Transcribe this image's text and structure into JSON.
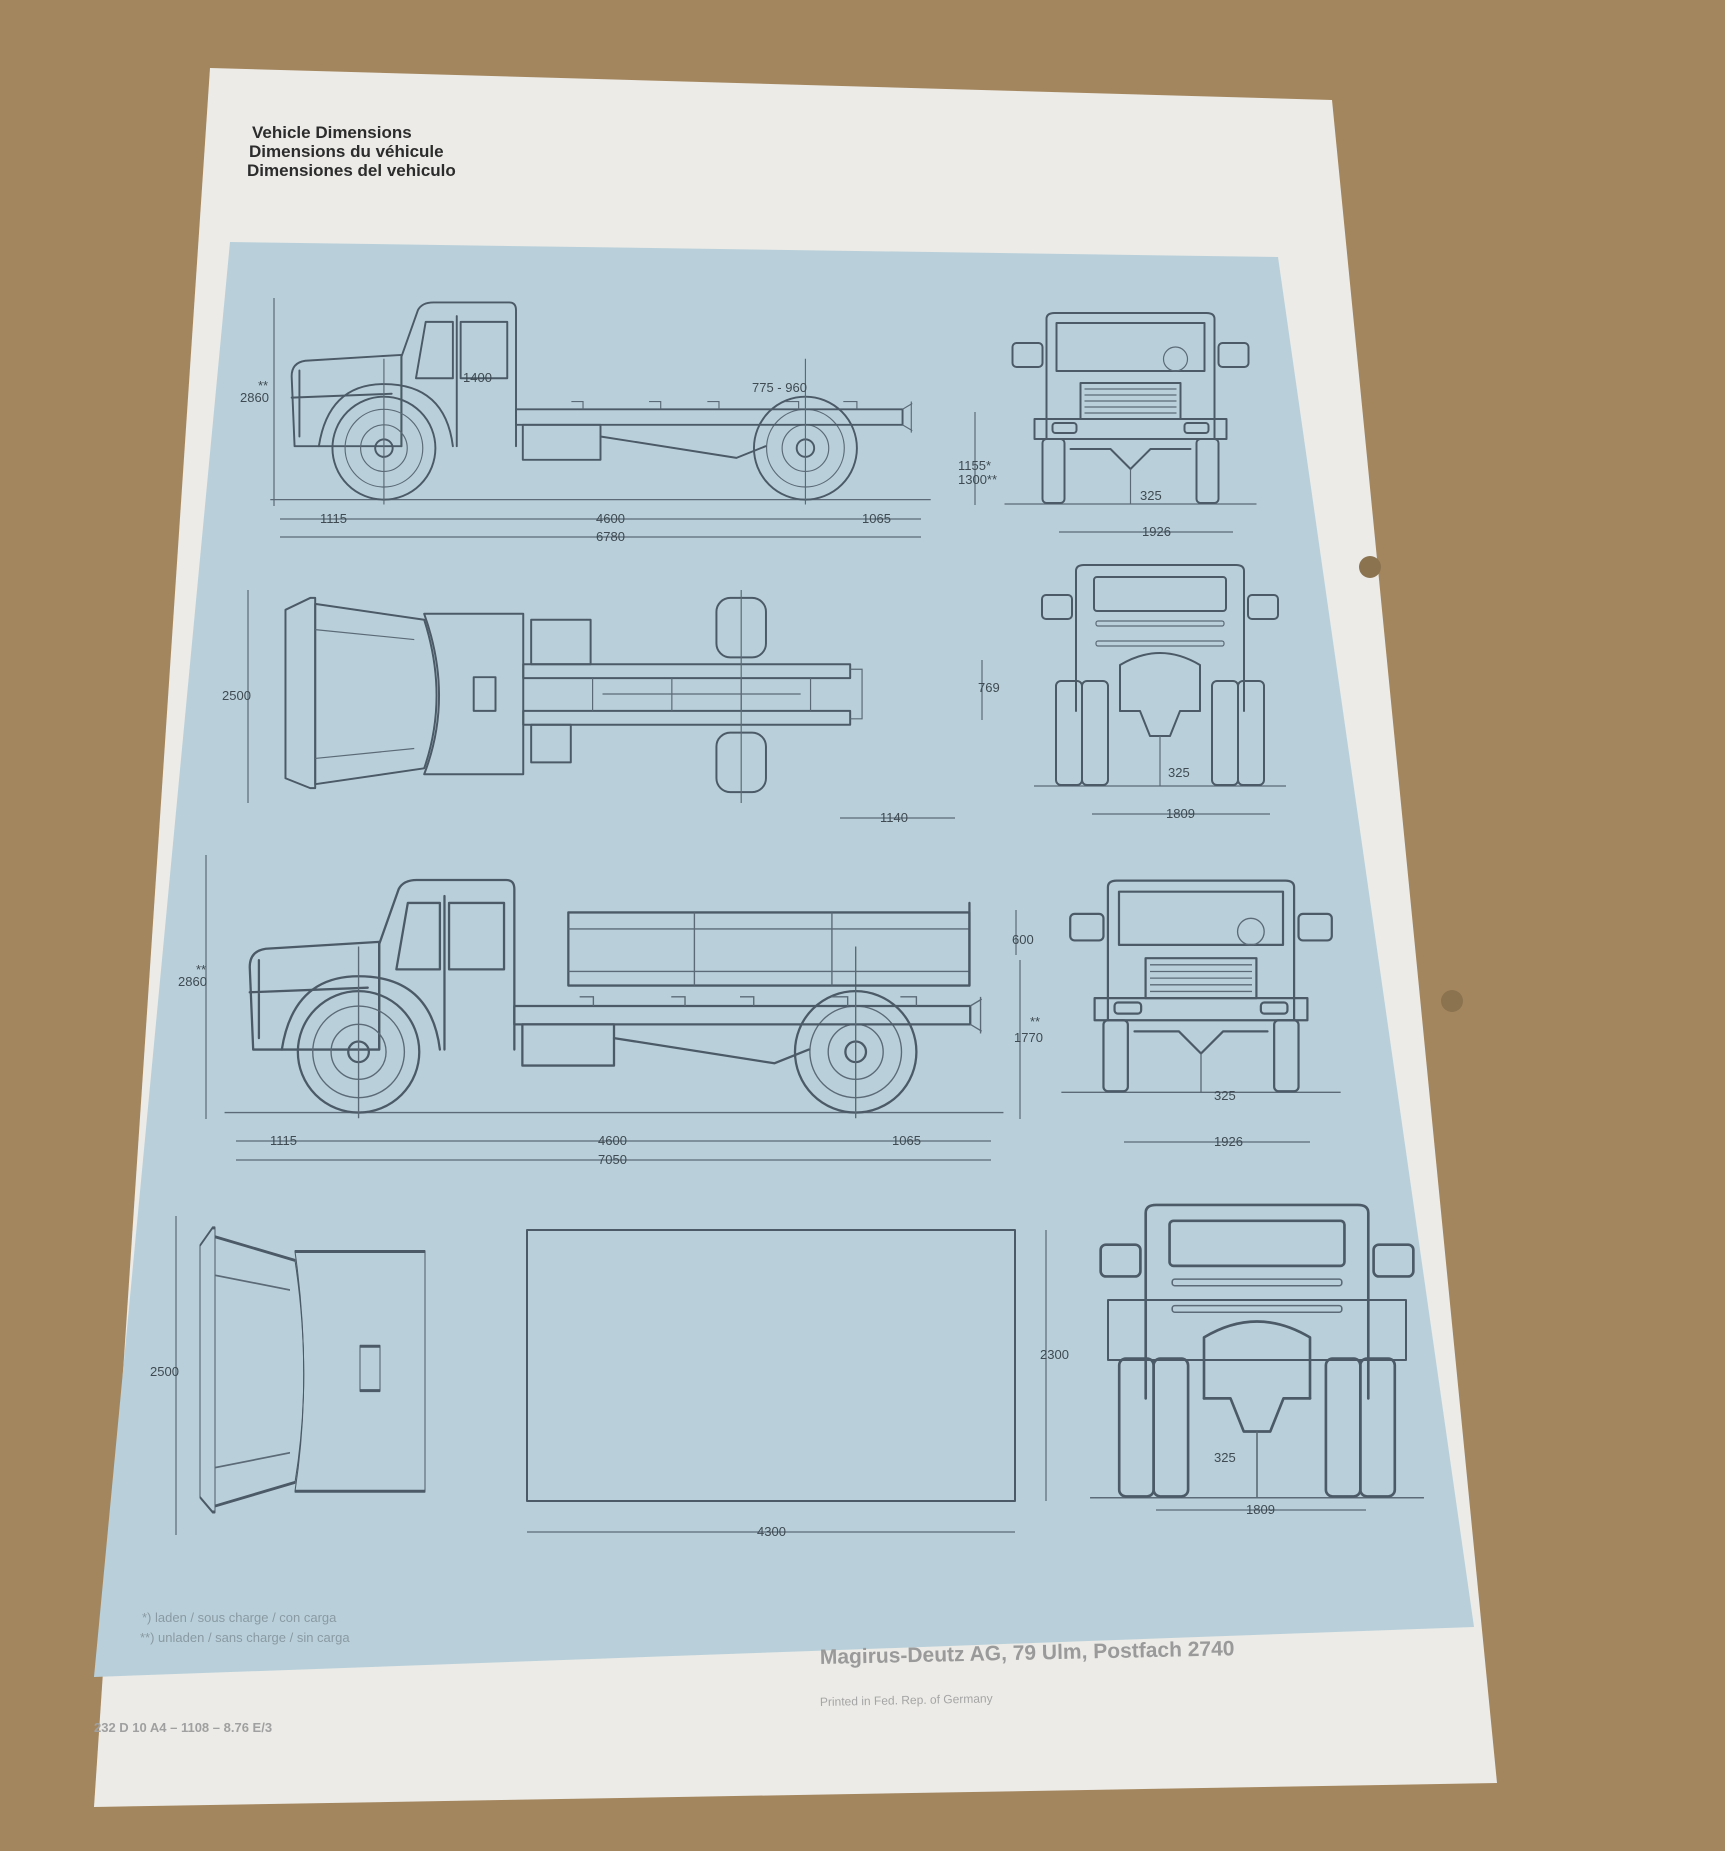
{
  "colors": {
    "background": "#a4865e",
    "paper": "#ecebe7",
    "panel": "#b9d0da",
    "line": "#4b5a66"
  },
  "heading": {
    "line1": "Vehicle Dimensions",
    "line2": "Dimensions du véhicule",
    "line3": "Dimensiones del vehiculo"
  },
  "row1": {
    "height": "2860",
    "height_mark": "**",
    "cab": "1400",
    "fifth_wheel": "775 - 960",
    "frame_height_laden": "1155*",
    "frame_height_unladen": "1300**",
    "front_overhang": "1115",
    "wheelbase": "4600",
    "rear_overhang": "1065",
    "length": "6780",
    "front_clearance": "325",
    "front_track": "1926"
  },
  "row2": {
    "width": "2500",
    "frame_width": "769",
    "axle_offset": "1140",
    "rear_clearance": "325",
    "rear_track": "1809"
  },
  "row3": {
    "height": "2860",
    "height_mark": "**",
    "side_height": "600",
    "platform_height": "1770",
    "platform_mark": "**",
    "front_overhang": "1115",
    "wheelbase": "4600",
    "rear_overhang": "1065",
    "length": "7050",
    "front_clearance": "325",
    "front_track": "1926"
  },
  "row4": {
    "width": "2500",
    "body_width": "2300",
    "body_length": "4300",
    "rear_clearance": "325",
    "rear_track": "1809"
  },
  "footnotes": {
    "laden": "*) laden / sous charge / con carga",
    "unladen": "**) unladen / sans charge / sin carga"
  },
  "footer": {
    "company": "Magirus-Deutz AG, 79 Ulm, Postfach 2740",
    "printed": "Printed in Fed. Rep. of Germany",
    "code": "232 D 10 A4 – 1108 – 8.76 E/3"
  }
}
